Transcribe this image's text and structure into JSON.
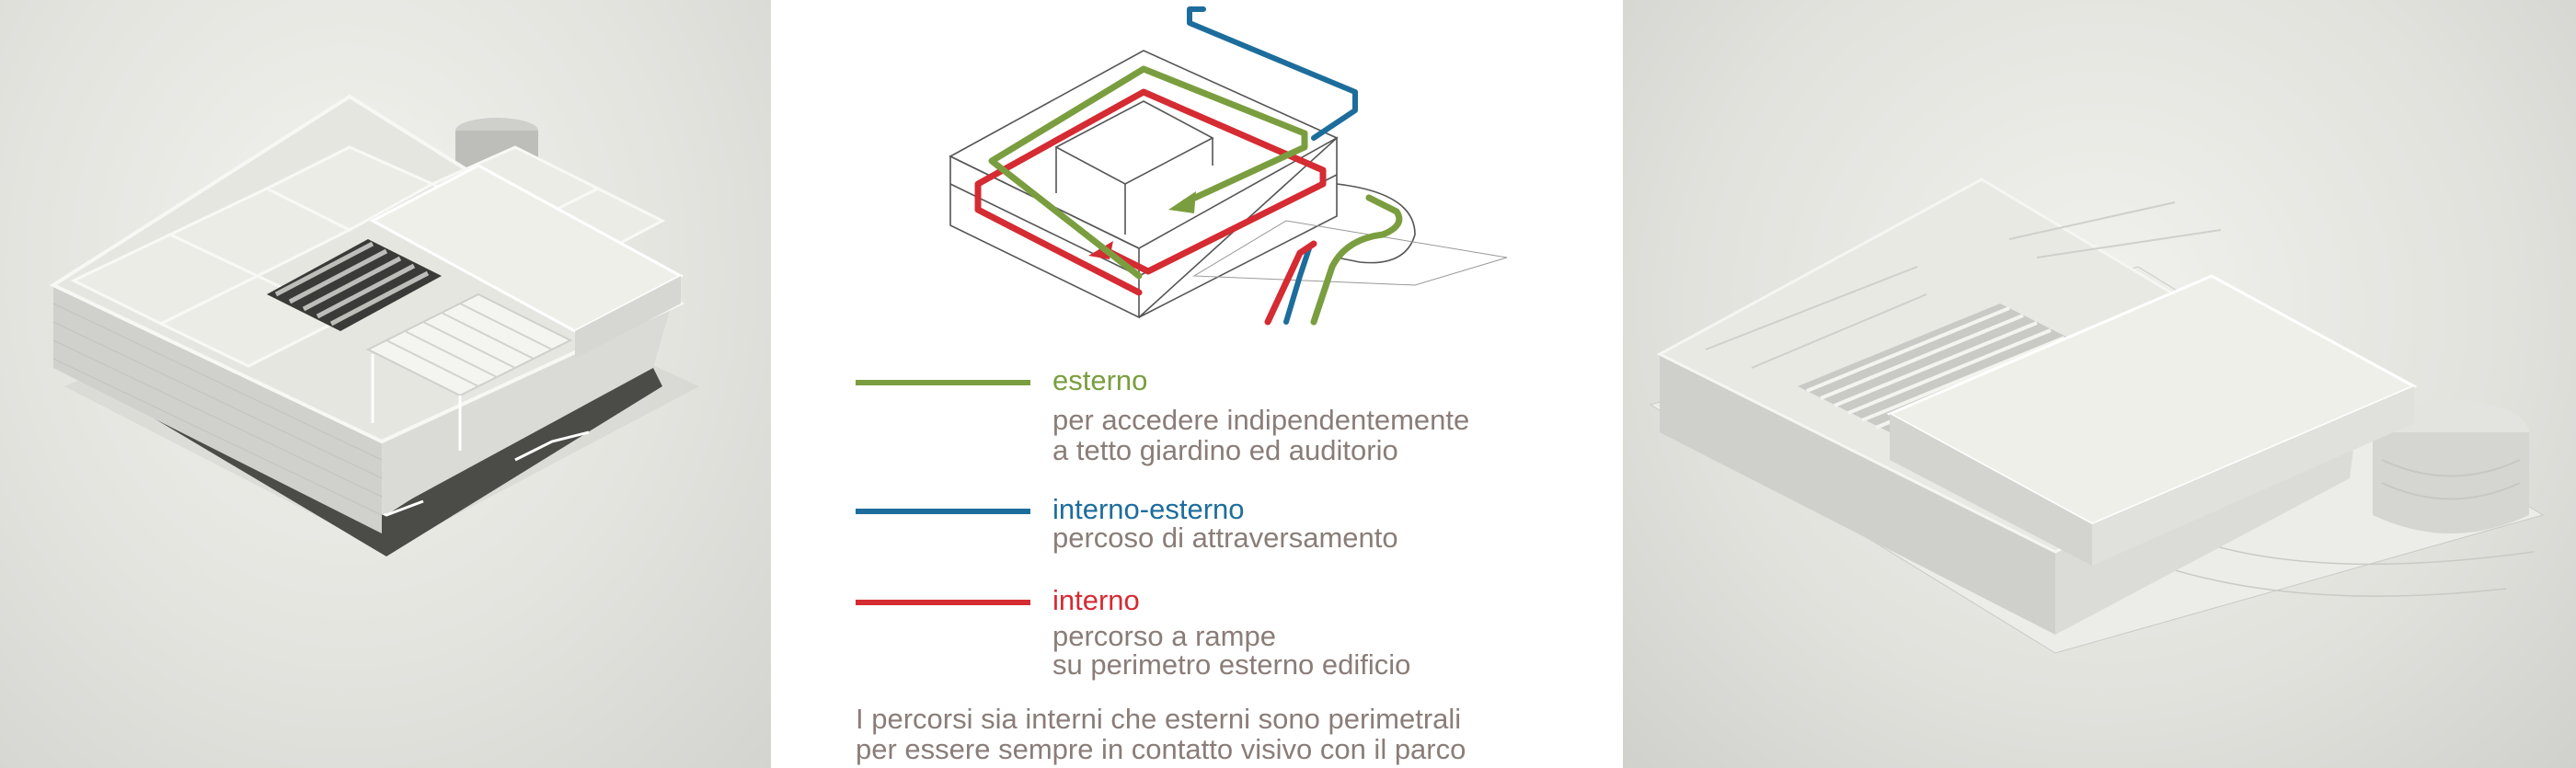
{
  "colors": {
    "esterno": "#7a9e3f",
    "interno_esterno": "#1d6d9c",
    "interno": "#d52b32",
    "description_text": "#8a7d78"
  },
  "legend": [
    {
      "title": "esterno",
      "desc_lines": [
        "per accedere indipendentemente",
        "a tetto giardino ed auditorio"
      ]
    },
    {
      "title": "interno-esterno",
      "desc_lines": [
        "percoso di attraversamento"
      ]
    },
    {
      "title": "interno",
      "desc_lines": [
        "percorso a rampe",
        "su perimetro esterno edificio"
      ]
    }
  ],
  "footer_lines": [
    "I percorsi sia interni che esterni sono perimetrali",
    "per essere sempre in contatto visivo con il parco"
  ]
}
